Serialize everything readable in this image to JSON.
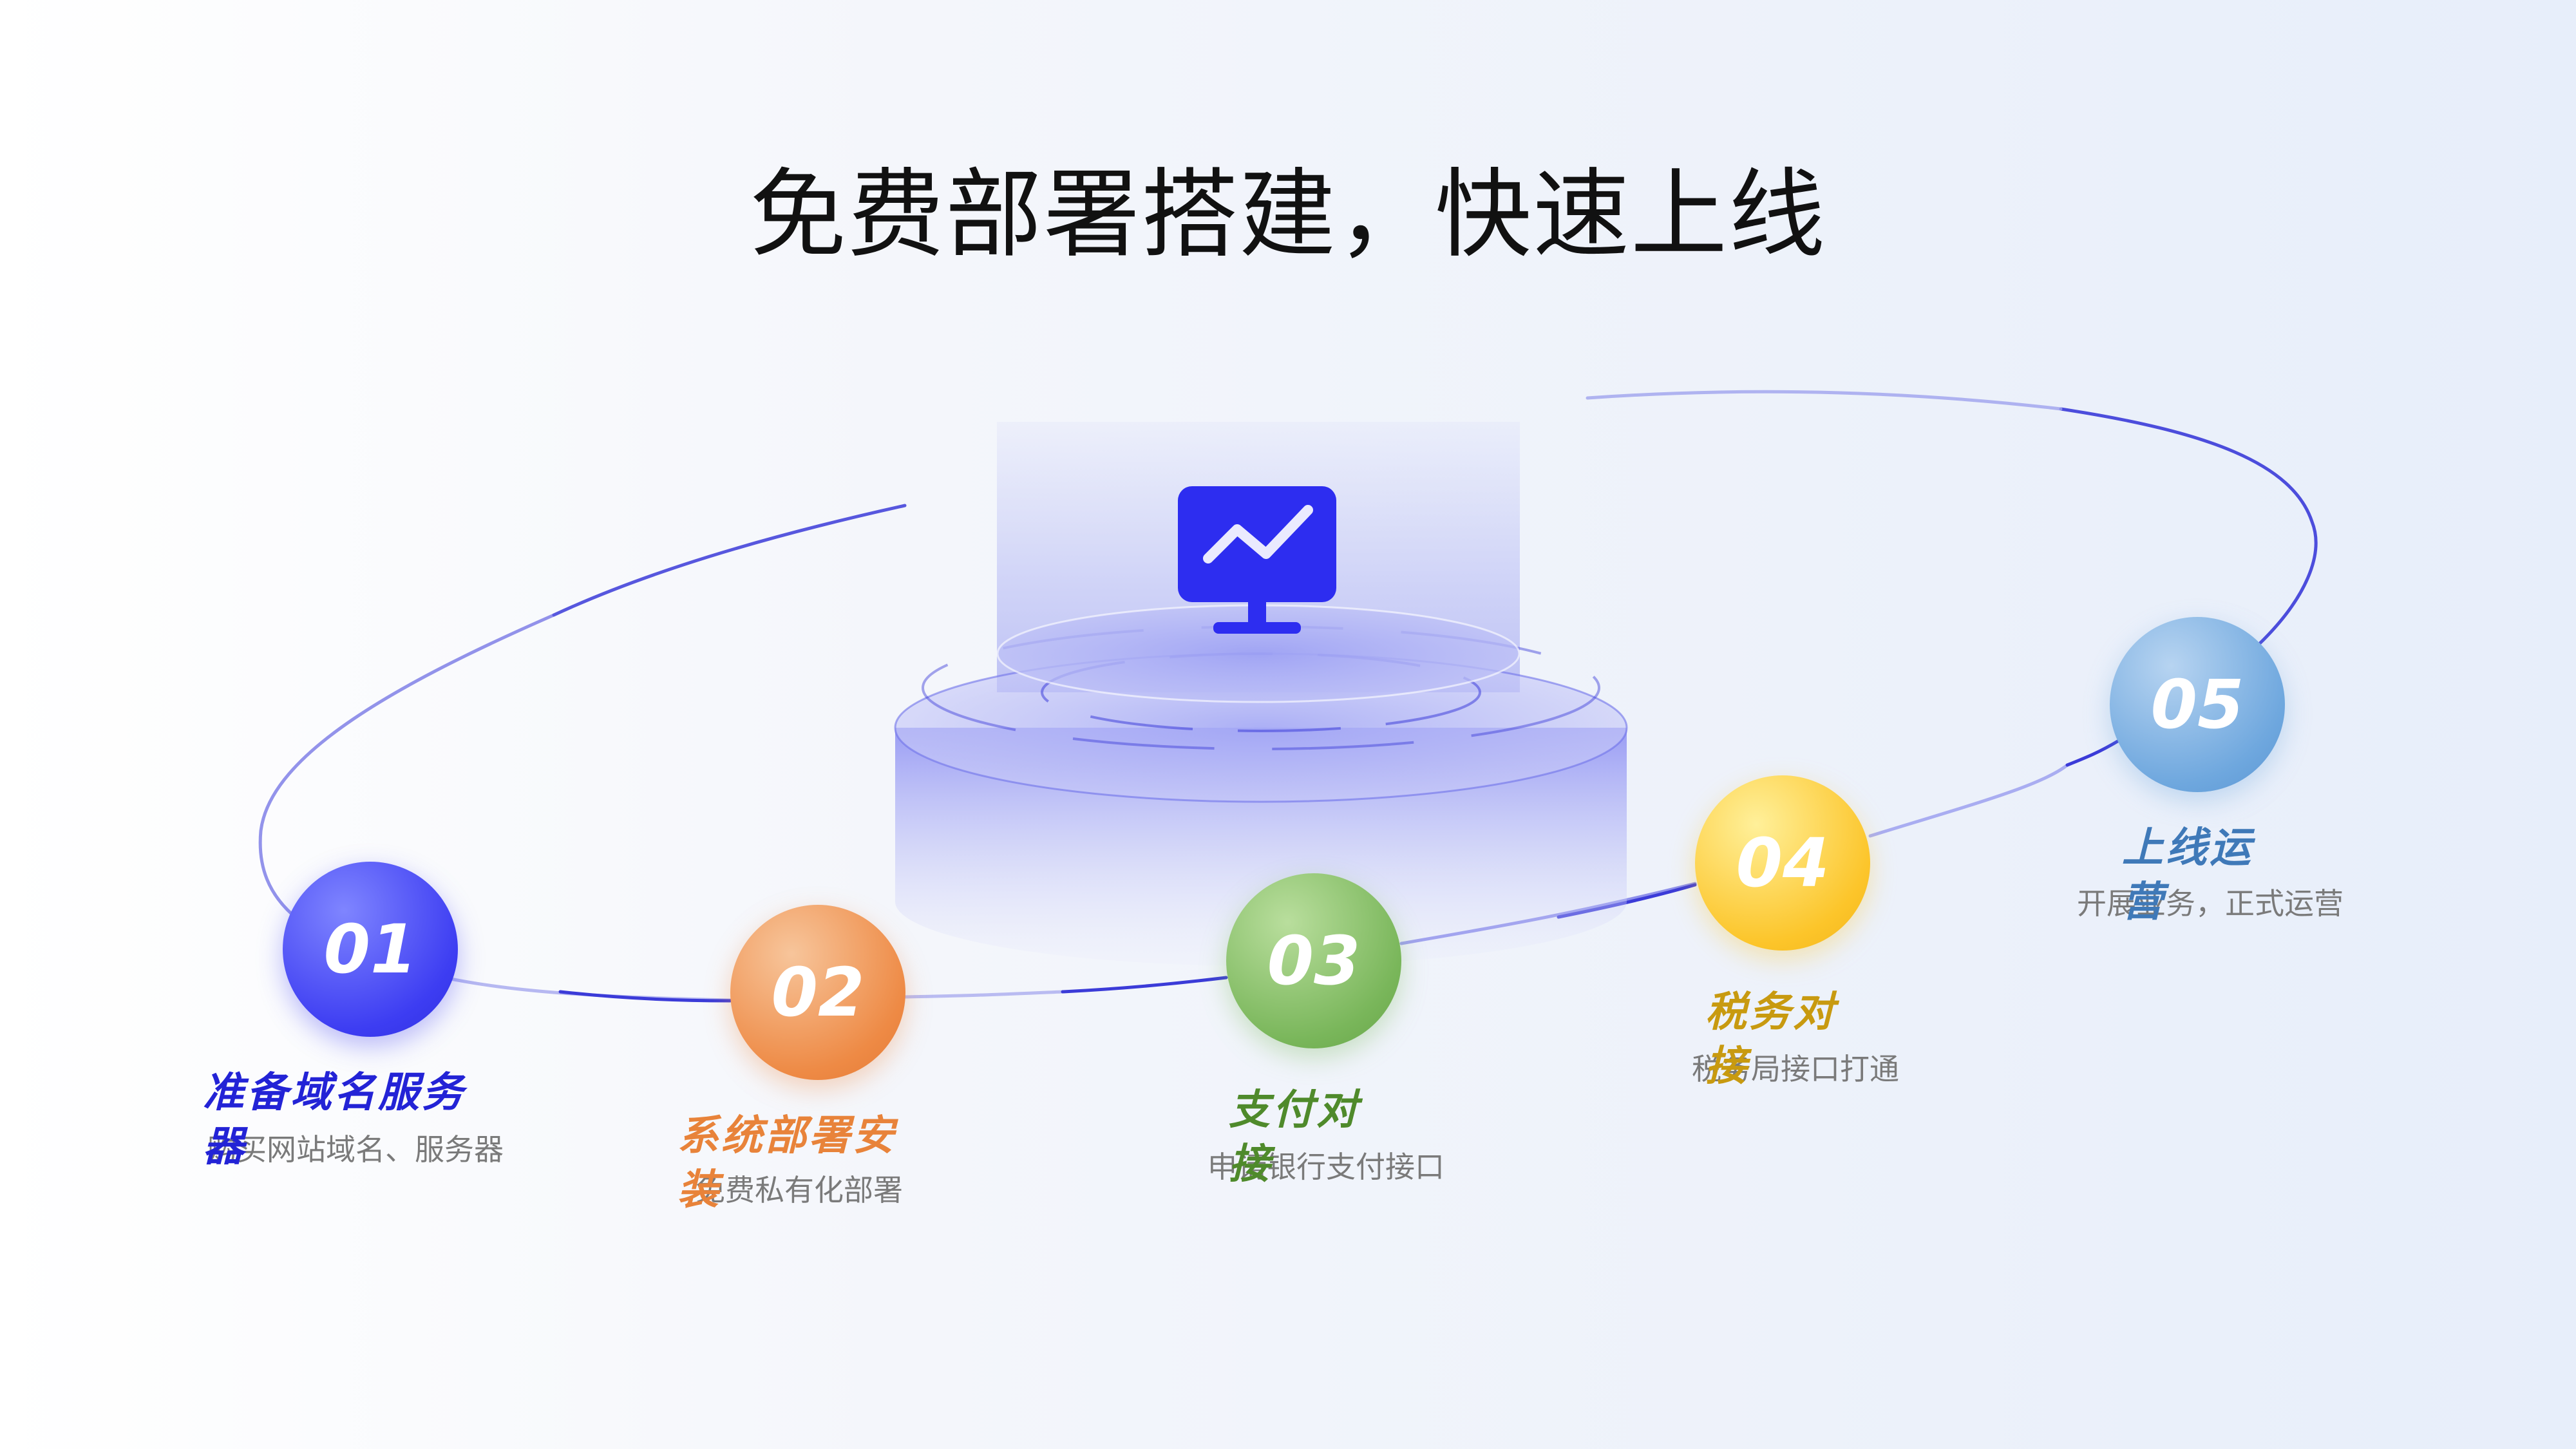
{
  "title": "免费部署搭建，快速上线",
  "center": {
    "icon": "monitor-chart-icon"
  },
  "colors": {
    "step1": "#2323d6",
    "step2": "#e8833a",
    "step3": "#4f8a2b",
    "step4": "#c89a10",
    "step5": "#3f79b8",
    "orbit": "#3b3bd8"
  },
  "steps": [
    {
      "number": "01",
      "title": "准备域名服务器",
      "desc": "购买网站域名、服务器"
    },
    {
      "number": "02",
      "title": "系统部署安装",
      "desc": "免费私有化部署"
    },
    {
      "number": "03",
      "title": "支付对接",
      "desc": "申请银行支付接口"
    },
    {
      "number": "04",
      "title": "税务对接",
      "desc": "税务局接口打通"
    },
    {
      "number": "05",
      "title": "上线运营",
      "desc": "开展业务，正式运营"
    }
  ]
}
